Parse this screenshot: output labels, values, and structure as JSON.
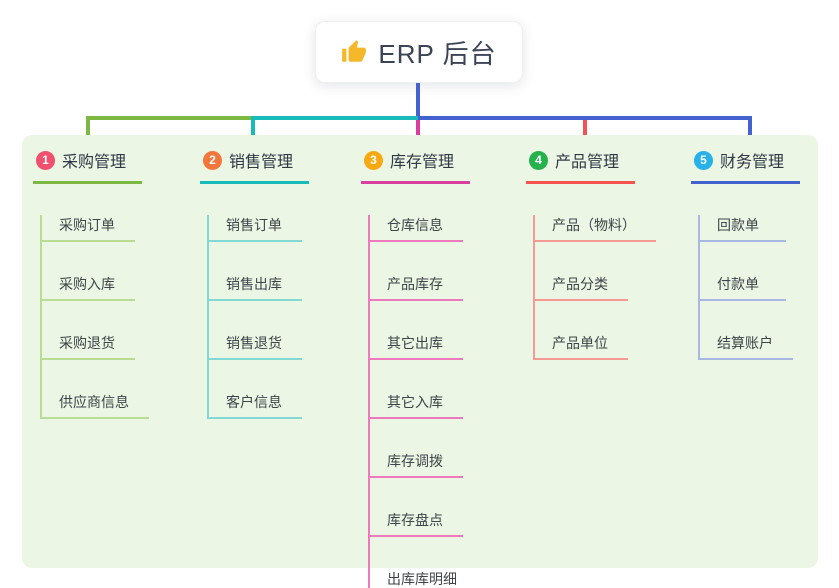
{
  "root": {
    "label": "ERP 后台",
    "icon": "thumbs-up",
    "icon_color": "#f5b82a"
  },
  "panel_bg": "#ebf6e4",
  "branches": [
    {
      "num": "1",
      "label": "采购管理",
      "badge_color": "#f0506e",
      "line_color": "#7db842",
      "light_line_color": "#b9dc94",
      "children": [
        "采购订单",
        "采购入库",
        "采购退货",
        "供应商信息"
      ]
    },
    {
      "num": "2",
      "label": "销售管理",
      "badge_color": "#f3773c",
      "line_color": "#17bcba",
      "light_line_color": "#82d8d3",
      "children": [
        "销售订单",
        "销售出库",
        "销售退货",
        "客户信息"
      ]
    },
    {
      "num": "3",
      "label": "库存管理",
      "badge_color": "#f8a912",
      "line_color": "#d83f9e",
      "light_line_color": "#ee79bc",
      "children": [
        "仓库信息",
        "产品库存",
        "其它出库",
        "其它入库",
        "库存调拨",
        "库存盘点",
        "出库库明细"
      ]
    },
    {
      "num": "4",
      "label": "产品管理",
      "badge_color": "#25b24c",
      "line_color": "#f4534f",
      "light_line_color": "#f79a94",
      "children": [
        "产品（物料）",
        "产品分类",
        "产品单位"
      ]
    },
    {
      "num": "5",
      "label": "财务管理",
      "badge_color": "#27b3ea",
      "line_color": "#4362d0",
      "light_line_color": "#a9b8e2",
      "children": [
        "回款单",
        "付款单",
        "结算账户"
      ]
    }
  ]
}
